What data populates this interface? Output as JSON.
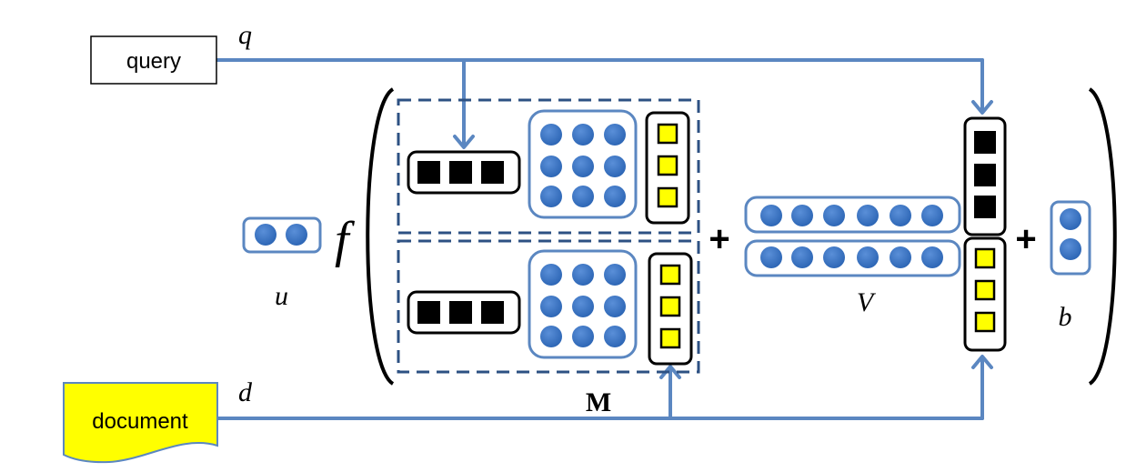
{
  "labels": {
    "query": "query",
    "document": "document",
    "q": "q",
    "d": "d",
    "u": "u",
    "f": "f",
    "M": "M",
    "V": "V",
    "b": "b",
    "plus": "+"
  },
  "colors": {
    "arrow": "#5b87c1",
    "dot": "#2e67b6",
    "dot_highlight": "#5a8fd8",
    "box_outline": "#5b87c1",
    "dashed": "#2d5183",
    "black_square": "#000000",
    "yellow_square": "#ffff00",
    "document_fill": "#ffff00"
  },
  "icons": {
    "black_cell": "black-square-icon",
    "yellow_cell": "yellow-square-icon",
    "blue_dot": "blue-dot-icon"
  }
}
